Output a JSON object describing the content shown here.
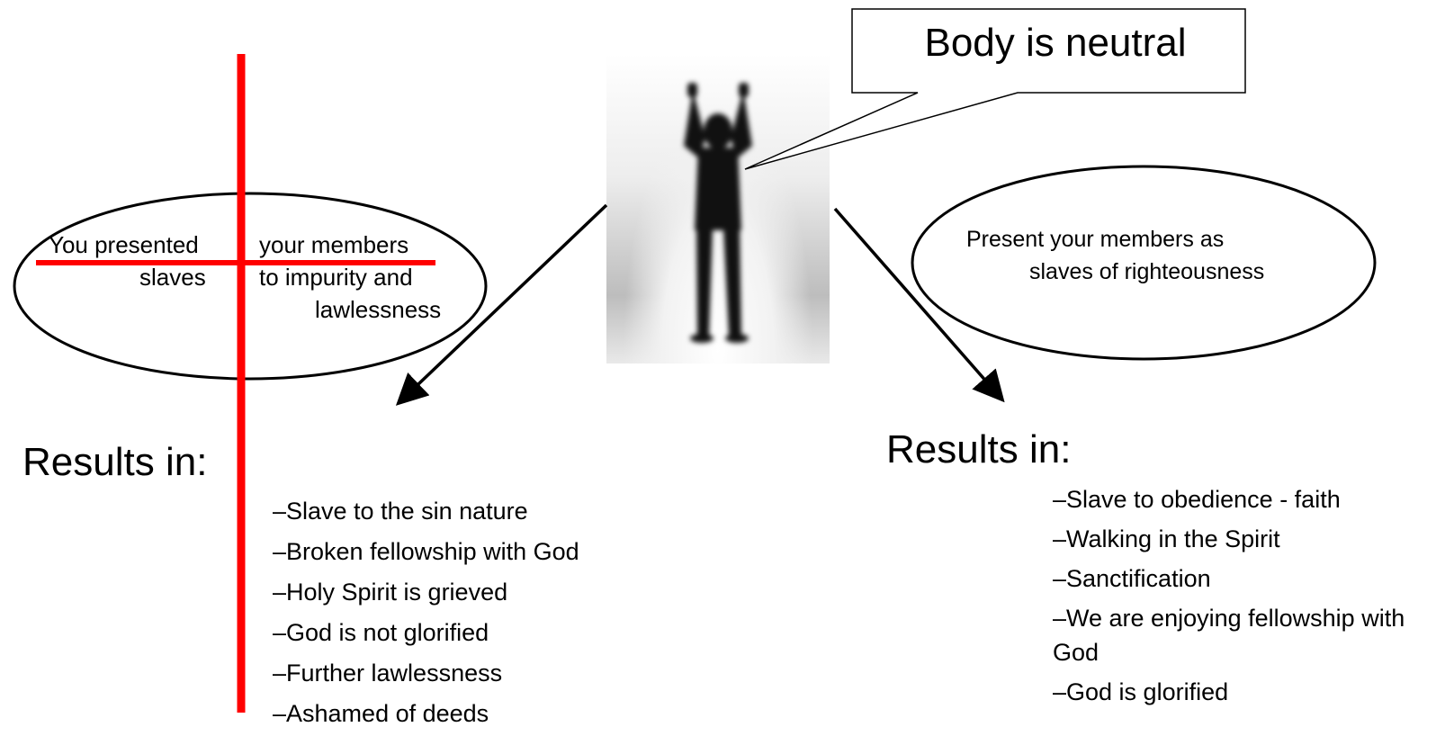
{
  "callout": {
    "text": "Body is neutral"
  },
  "left": {
    "oval_col1_lines": [
      "You presented",
      "slaves"
    ],
    "oval_col2_lines": [
      "your members",
      "to impurity and",
      "lawlessness"
    ],
    "results_heading": "Results in:",
    "results": [
      "–Slave to the sin nature",
      "–Broken fellowship with God",
      "–Holy Spirit is grieved",
      "–God is not glorified",
      "–Further lawlessness",
      "–Ashamed of deeds"
    ]
  },
  "right": {
    "oval_lines": [
      "Present your members as",
      "slaves of righteousness"
    ],
    "results_heading": "Results in:",
    "results": [
      "–Slave to obedience - faith",
      "–Walking in the Spirit",
      "–Sanctification",
      "–We are enjoying fellowship with God",
      "–God is glorified"
    ]
  },
  "colors": {
    "cross": "#ff0000",
    "ink": "#000000"
  },
  "icons": {
    "figure": "silhouette-figure-arms-raised"
  }
}
